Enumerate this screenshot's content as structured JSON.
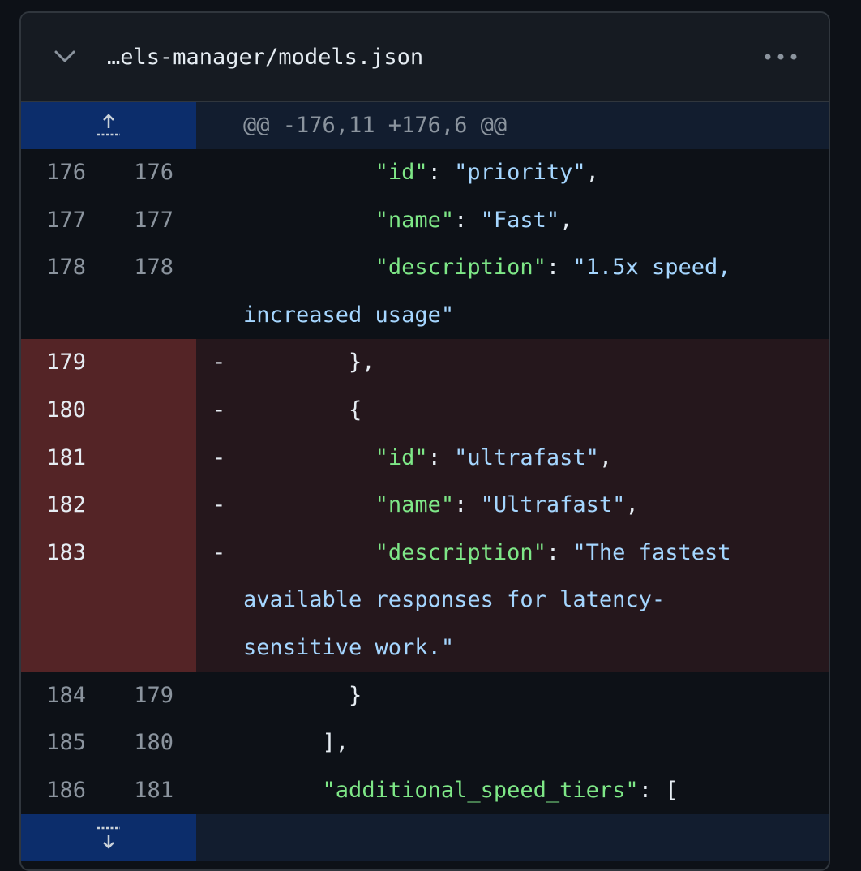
{
  "file": {
    "name": "…els-manager/models.json"
  },
  "icons": {
    "collapse": "chevron-down-icon",
    "more": "kebab-horizontal-icon",
    "expand_up": "unfold-up-icon",
    "expand_down": "unfold-down-icon"
  },
  "hunk": {
    "header": "@@ -176,11 +176,6 @@"
  },
  "colors": {
    "deleted_gutter": "#542426",
    "deleted_background": "#25171c",
    "hunk_gutter": "#0c2d6b",
    "key": "#7ee787",
    "string": "#a5d6ff"
  },
  "lines": [
    {
      "old": "176",
      "new": "176",
      "type": "context",
      "indent": "          ",
      "key": "\"id\"",
      "sep": ": ",
      "value": "\"priority\"",
      "end": ","
    },
    {
      "old": "177",
      "new": "177",
      "type": "context",
      "indent": "          ",
      "key": "\"name\"",
      "sep": ": ",
      "value": "\"Fast\"",
      "end": ","
    },
    {
      "old": "178",
      "new": "178",
      "type": "context",
      "indent": "          ",
      "key": "\"description\"",
      "sep": ": ",
      "value": "\"1.5x speed, increased usage\"",
      "end": ""
    },
    {
      "old": "179",
      "new": "",
      "type": "deleted",
      "marker": "-",
      "indent": "        ",
      "text": "},"
    },
    {
      "old": "180",
      "new": "",
      "type": "deleted",
      "marker": "-",
      "indent": "        ",
      "text": "{"
    },
    {
      "old": "181",
      "new": "",
      "type": "deleted",
      "marker": "-",
      "indent": "          ",
      "key": "\"id\"",
      "sep": ": ",
      "value": "\"ultrafast\"",
      "end": ","
    },
    {
      "old": "182",
      "new": "",
      "type": "deleted",
      "marker": "-",
      "indent": "          ",
      "key": "\"name\"",
      "sep": ": ",
      "value": "\"Ultrafast\"",
      "end": ","
    },
    {
      "old": "183",
      "new": "",
      "type": "deleted",
      "marker": "-",
      "indent": "          ",
      "key": "\"description\"",
      "sep": ": ",
      "value": "\"The fastest available responses for latency-sensitive work.\"",
      "end": ""
    },
    {
      "old": "184",
      "new": "179",
      "type": "context",
      "indent": "        ",
      "text": "}"
    },
    {
      "old": "185",
      "new": "180",
      "type": "context",
      "indent": "      ",
      "text": "],"
    },
    {
      "old": "186",
      "new": "181",
      "type": "context",
      "indent": "      ",
      "key": "\"additional_speed_tiers\"",
      "sep": ": ",
      "value": "",
      "end": "["
    }
  ]
}
